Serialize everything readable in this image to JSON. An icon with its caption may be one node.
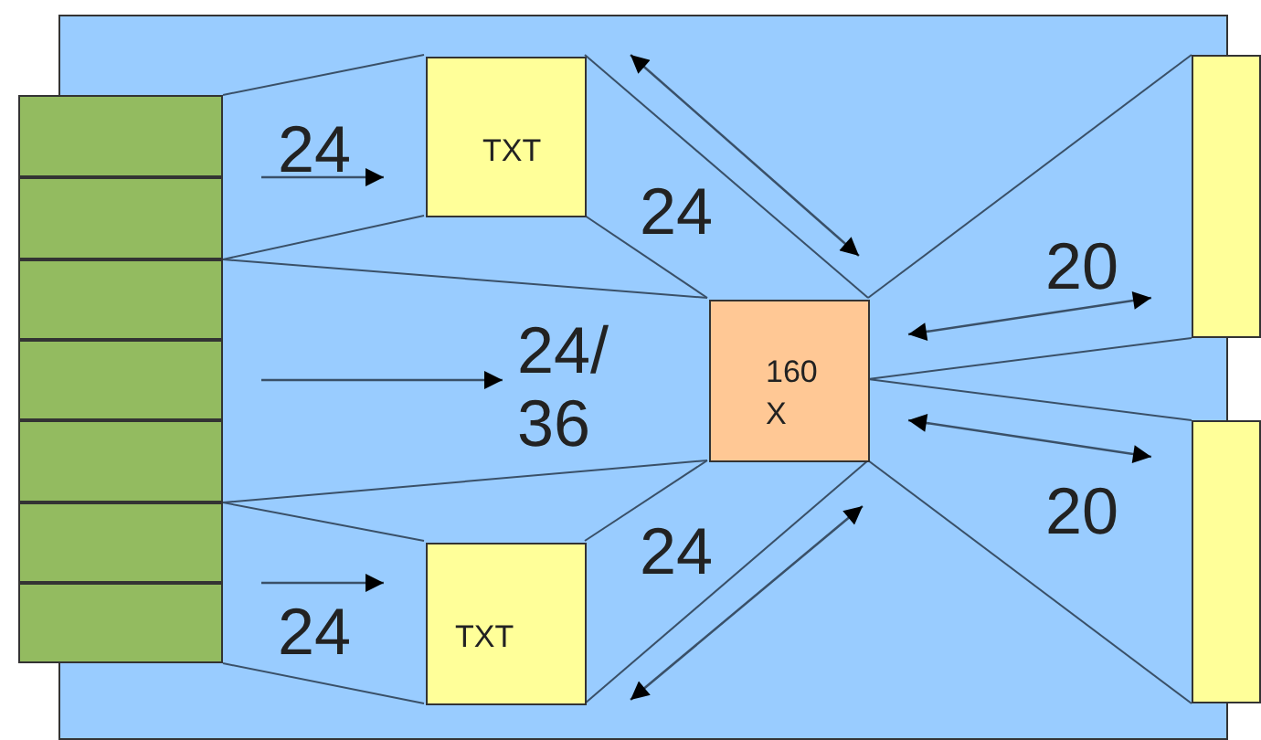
{
  "diagram": {
    "nodes": [
      {
        "text": [],
        "shape": "box"
      },
      {
        "text": [],
        "shape": "box"
      },
      {
        "text": [],
        "shape": "box"
      },
      {
        "text": [],
        "shape": "box"
      },
      {
        "text": [],
        "shape": "box"
      },
      {
        "text": [],
        "shape": "box"
      },
      {
        "text": [],
        "shape": "box"
      },
      {
        "text": [],
        "shape": "box"
      },
      {
        "text": [
          "TXT"
        ],
        "in": 0
      },
      {
        "text": [],
        "shape": "box"
      },
      {
        "text": [
          "160 X"
        ],
        "in": 0
      },
      {
        "text": [],
        "shape": "box"
      },
      {
        "text": [
          "TXT"
        ],
        "in": 0
      }
    ],
    "edges": [
      {
        "from": 1,
        "to": 8,
        "arrow": "none"
      },
      {
        "from": 2,
        "to": 8,
        "arrow": "none"
      },
      {
        "from": 3,
        "to": 10,
        "arrow": "none"
      },
      {
        "from": 5,
        "to": 10,
        "arrow": "none"
      },
      {
        "from": 6,
        "to": 12,
        "arrow": "none"
      },
      {
        "from": 7,
        "to": 12,
        "arrow": "none"
      },
      {
        "from": 8,
        "to": 10,
        "arrow": "none"
      },
      {
        "from": 8,
        "to": 10,
        "arrow": "none"
      },
      {
        "from": 12,
        "to": 10,
        "arrow": "none"
      },
      {
        "from": 12,
        "to": 10,
        "arrow": "none"
      },
      {
        "from": 10,
        "to": 9,
        "arrow": "none"
      },
      {
        "from": 10,
        "to": 9,
        "arrow": "none"
      },
      {
        "from": 10,
        "to": 11,
        "arrow": "none"
      },
      {
        "from": 10,
        "to": 11,
        "arrow": "none"
      }
    ],
    "labels": [
      "24",
      "24",
      "20",
      "24/ 36",
      "20",
      "24",
      "24"
    ]
  }
}
